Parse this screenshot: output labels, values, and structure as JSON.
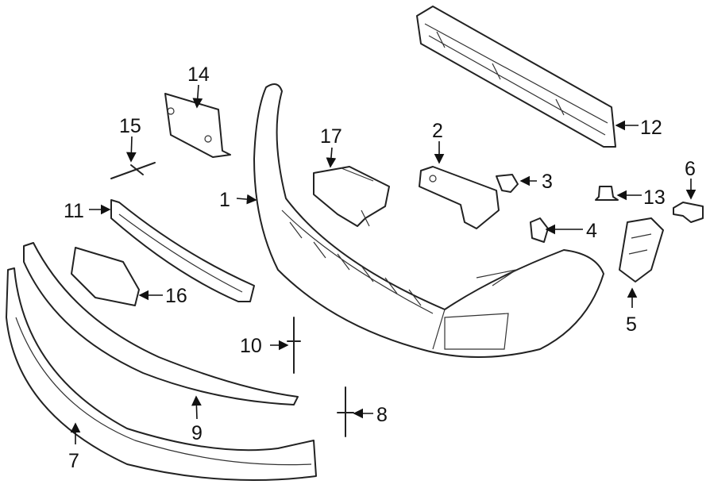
{
  "diagram": {
    "type": "exploded parts diagram",
    "callouts": [
      "1",
      "2",
      "3",
      "4",
      "5",
      "6",
      "7",
      "8",
      "9",
      "10",
      "11",
      "12",
      "13",
      "14",
      "15",
      "16",
      "17"
    ]
  }
}
